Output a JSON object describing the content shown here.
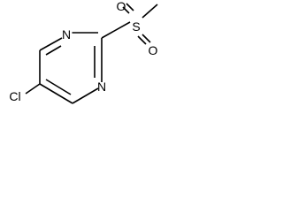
{
  "molecule": {
    "atoms": {
      "n_top": "N",
      "n_bottom": "N",
      "sulfur": "S",
      "oxygen_top": "O",
      "oxygen_bottom": "O",
      "chlorine": "Cl"
    }
  }
}
